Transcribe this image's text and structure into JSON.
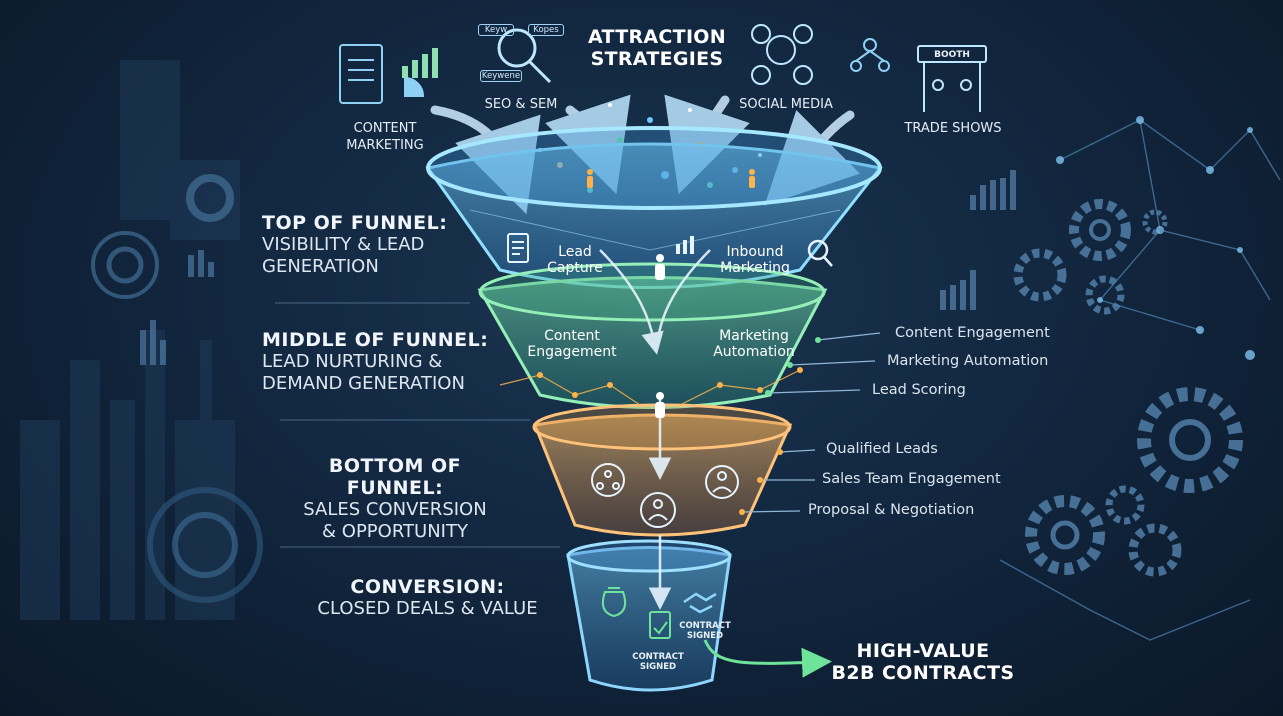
{
  "header": {
    "title": "ATTRACTION STRATEGIES"
  },
  "sources": [
    {
      "label": "CONTENT MARKETING",
      "icon": "document-chart-icon"
    },
    {
      "label": "SEO & SEM",
      "icon": "seo-magnifier-icon",
      "keywords": [
        "Keyw",
        "Kopes",
        "Keywene"
      ]
    },
    {
      "label": "SOCIAL MEDIA",
      "icon": "social-network-icon"
    },
    {
      "label": "TRADE SHOWS",
      "icon": "booth-icon",
      "booth_sign": "BOOTH"
    }
  ],
  "stages": [
    {
      "title": "TOP OF FUNNEL:",
      "subtitle_1": "VISIBILITY & LEAD",
      "subtitle_2": "GENERATION",
      "color": "#4cc3f0",
      "inside": [
        "Lead Capture",
        "Inbound Marketing"
      ],
      "inside_lines": [
        [
          "Lead",
          "Capture"
        ],
        [
          "Inbound",
          "Marketing"
        ]
      ]
    },
    {
      "title": "MIDDLE OF FUNNEL:",
      "subtitle_1": "LEAD NURTURING &",
      "subtitle_2": "DEMAND GENERATION",
      "color": "#6fe39a",
      "inside_lines": [
        [
          "Content",
          "Engagement"
        ],
        [
          "Marketing",
          "Automation"
        ]
      ],
      "side_items": [
        "Content Engagement",
        "Marketing Automation",
        "Lead Scoring"
      ]
    },
    {
      "title": "BOTTOM OF FUNNEL:",
      "subtitle_1": "SALES CONVERSION",
      "subtitle_2": "& OPPORTUNITY",
      "color": "#f0a24a",
      "side_items": [
        "Qualified Leads",
        "Sales Team Engagement",
        "Proposal & Negotiation"
      ]
    },
    {
      "title": "CONVERSION:",
      "subtitle_1": "CLOSED DEALS & VALUE",
      "color": "#5ab8e8",
      "tags": [
        [
          "CONTRACT",
          "SIGNED"
        ],
        [
          "CONTRACT",
          "SIGNED"
        ]
      ]
    }
  ],
  "outcome": {
    "line_1": "HIGH-VALUE",
    "line_2": "B2B CONTRACTS",
    "arrow_color": "#6fe39a"
  },
  "colors": {
    "background": "#122740",
    "accent_blue": "#4cc3f0",
    "accent_green": "#6fe39a",
    "accent_orange": "#f0a24a"
  }
}
